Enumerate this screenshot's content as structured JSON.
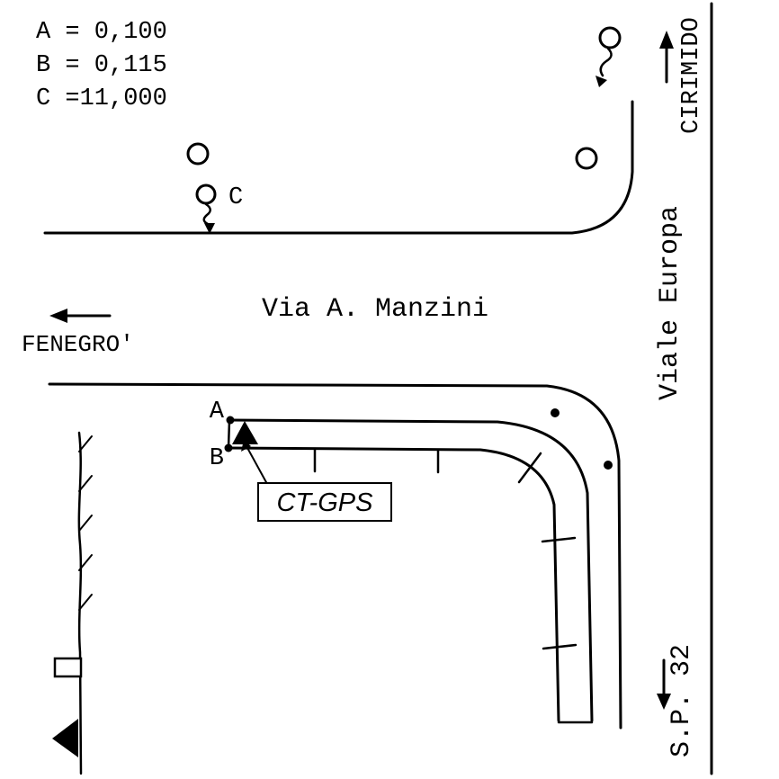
{
  "page": {
    "background": "#ffffff",
    "ink_color": "#000000",
    "type": "hand-drawn survey sketch map"
  },
  "measurements": {
    "a": "A = 0,100",
    "b": "B = 0,115",
    "c": "C =11,000"
  },
  "streets": {
    "via_manzini": "Via A. Manzini",
    "viale_europa": "Viale Europa",
    "sp32": "S.P. 32"
  },
  "destinations": {
    "cirimido": "CIRIMIDO",
    "fenegro": "FENEGRO'"
  },
  "points": {
    "a": "A",
    "b": "B",
    "c": "C"
  },
  "station": {
    "label": "CT-GPS"
  },
  "icons": {
    "up_arrow": "direction arrow toward CIRIMIDO",
    "left_arrow": "direction arrow toward FENEGRO'",
    "down_arrow": "direction arrow toward S.P. 32",
    "survey_circles": "open circle markers",
    "station_triangle": "filled triangle GPS station marker"
  }
}
